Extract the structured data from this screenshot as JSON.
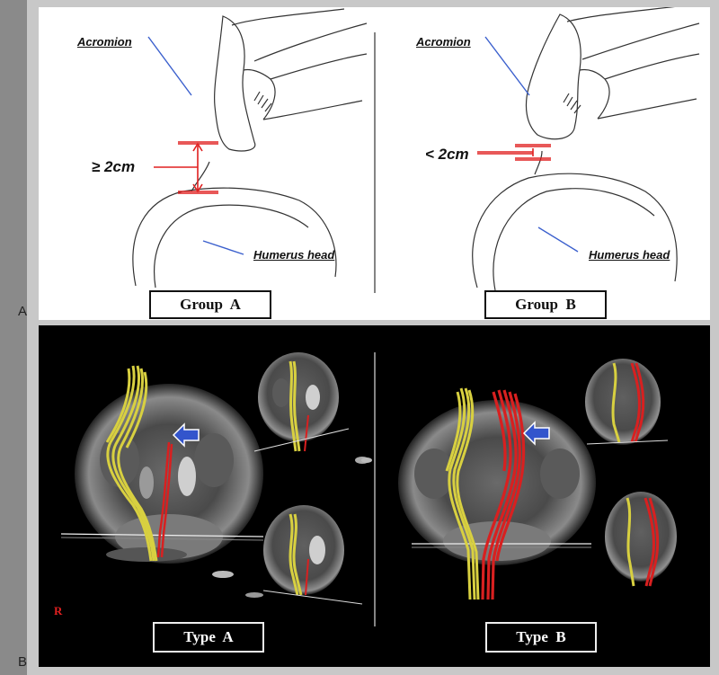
{
  "panel_a": {
    "letter": "A",
    "group_a": {
      "acromion_label": "Acromion",
      "humerus_label": "Humerus head",
      "measure_label": "≥ 2cm",
      "group_label": "Group  A"
    },
    "group_b": {
      "acromion_label": "Acromion",
      "humerus_label": "Humerus head",
      "measure_label": "< 2cm",
      "group_label": "Group  B"
    }
  },
  "panel_b": {
    "letter": "B",
    "r_marker": "R",
    "type_a_label": "Type  A",
    "type_b_label": "Type  B"
  },
  "colors": {
    "measure_red": "#e02020",
    "pointer_blue": "#3a5fcd",
    "tract_yellow": "#d8d040",
    "tract_red": "#d82020",
    "arrow_blue": "#3355cc"
  }
}
